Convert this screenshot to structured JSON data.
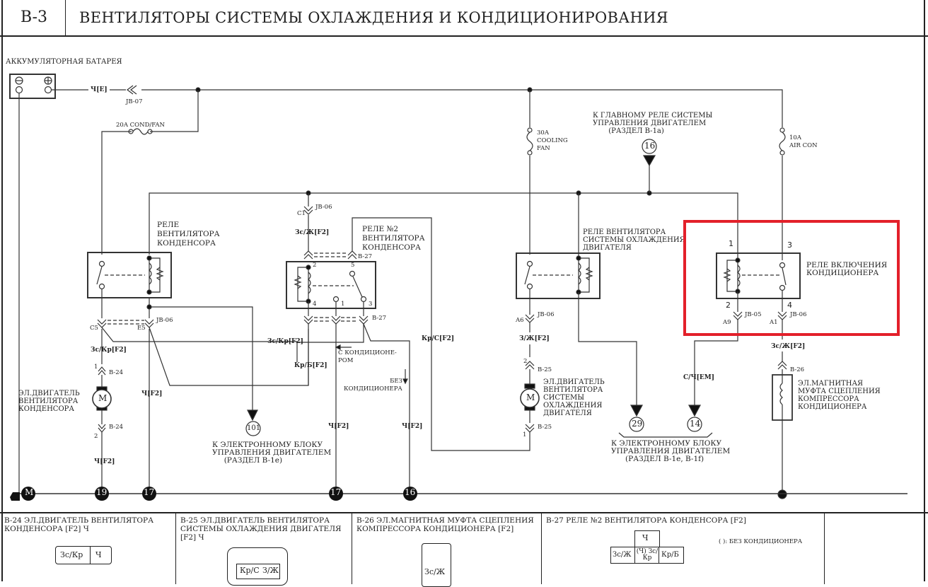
{
  "header": {
    "code": "B-3",
    "title": "ВЕНТИЛЯТОРЫ СИСТЕМЫ ОХЛАЖДЕНИЯ И КОНДИЦИОНИРОВАНИЯ"
  },
  "battery": {
    "label": "АККУМУЛЯТОРНАЯ БАТАРЕЯ",
    "neg": "⊖",
    "pos": "⊕"
  },
  "wires": {
    "batt_wire": "Ч[E]",
    "jb07": "JB-07",
    "fuse20": "20A COND/FAN",
    "fuse30": [
      "30A",
      "COOLING",
      "FAN"
    ],
    "fuse10": [
      "10A",
      "AIR CON"
    ],
    "jb06": "JB-06",
    "jb05": "JB-05",
    "c1": "C1",
    "c5": "C5",
    "e5": "E5",
    "a6": "A6",
    "a9": "A9",
    "a1": "A1",
    "zs_zh": "Зс/Ж[F2]",
    "zs_kr": "Зс/Кр[F2]",
    "kr_b": "Кр/Б[F2]",
    "kr_s": "Кр/С[F2]",
    "ch_f2": "Ч[F2]",
    "z_zh": "З/Ж[F2]",
    "s_ch": "С/Ч[EM]",
    "b24": "B-24",
    "b25": "B-25",
    "b26": "B-26",
    "b27": "B-27"
  },
  "relays": {
    "cond_relay": [
      "РЕЛЕ",
      "ВЕНТИЛЯТОРА",
      "КОНДЕНСОРА"
    ],
    "cond_relay2": [
      "РЕЛЕ №2",
      "ВЕНТИЛЯТОРА",
      "КОНДЕНСОРА"
    ],
    "cool_relay": [
      "РЕЛЕ ВЕНТИЛЯТОРА",
      "СИСТЕМЫ ОХЛАЖДЕНИЯ",
      "ДВИГАТЕЛЯ"
    ],
    "ac_relay": [
      "РЕЛЕ ВКЛЮЧЕНИЯ",
      "КОНДИЦИОНЕРА"
    ],
    "pins": {
      "p1": "1",
      "p2": "2",
      "p3": "3",
      "p4": "4",
      "p5": "5"
    }
  },
  "notes": {
    "main_relay": [
      "К ГЛАВНОМУ РЕЛЕ СИСТЕМЫ",
      "УПРАВЛЕНИЯ ДВИГАТЕЛЕМ",
      "(РАЗДЕЛ B-1a)"
    ],
    "with_ac": [
      "С КОНДИЦИОНЕ-",
      "РОМ"
    ],
    "without_ac": [
      "БЕЗ",
      "КОНДИЦИОНЕРА"
    ],
    "ecu1": [
      "К ЭЛЕКТРОННОМУ БЛОКУ",
      "УПРАВЛЕНИЯ ДВИГАТЕЛЕМ",
      "(РАЗДЕЛ B-1e)"
    ],
    "ecu2": [
      "К ЭЛЕКТРОННОМУ БЛОКУ",
      "УПРАВЛЕНИЯ ДВИГАТЕЛЕМ",
      "(РАЗДЕЛ B-1e, B-1f)"
    ]
  },
  "components": {
    "cond_motor": [
      "ЭЛ.ДВИГАТЕЛЬ",
      "ВЕНТИЛЯТОРА",
      "КОНДЕНСОРА"
    ],
    "cool_motor": [
      "ЭЛ.ДВИГАТЕЛЬ",
      "ВЕНТИЛЯТОРА",
      "СИСТЕМЫ",
      "ОХЛАЖДЕНИЯ",
      "ДВИГАТЕЛЯ"
    ],
    "clutch": [
      "ЭЛ.МАГНИТНАЯ",
      "МУФТА СЦЕПЛЕНИЯ",
      "КОМПРЕССОРА",
      "КОНДИЦИОНЕРА"
    ],
    "motor_symbol": "M"
  },
  "refs": {
    "r16": "16",
    "r101": "101",
    "r29": "29",
    "r14": "14"
  },
  "grounds": [
    {
      "id": "M"
    },
    {
      "id": "19"
    },
    {
      "id": "17"
    },
    {
      "id": "17"
    },
    {
      "id": "16"
    }
  ],
  "footer": {
    "b24": {
      "title": "B-24 ЭЛ.ДВИГАТЕЛЬ ВЕНТИЛЯТОРА КОНДЕНСОРА [F2] Ч",
      "pins": [
        "Зс/Кр",
        "Ч"
      ]
    },
    "b25": {
      "title": "B-25 ЭЛ.ДВИГАТЕЛЬ ВЕНТИЛЯТОРА СИСТЕМЫ ОХЛАЖДЕНИЯ ДВИГАТЕЛЯ [F2] Ч",
      "pins": [
        "Кр/С",
        "З/Ж"
      ]
    },
    "b26": {
      "title": "B-26  ЭЛ.МАГНИТНАЯ МУФТА СЦЕПЛЕНИЯ КОМПРЕССОРА КОНДИЦИОНЕРА [F2]",
      "pins": [
        "Зс/Ж"
      ]
    },
    "b27": {
      "title": "B-27  РЕЛЕ №2 ВЕНТИЛЯТОРА КОНДЕНСОРА [F2]",
      "pins": [
        "Ч",
        "Зс/Ж",
        "(Ч) Зс/Кр",
        "Кр/Б"
      ],
      "note": "( ): БЕЗ КОНДИЦИОНЕРА"
    }
  },
  "highlight_color": "#e3202a"
}
